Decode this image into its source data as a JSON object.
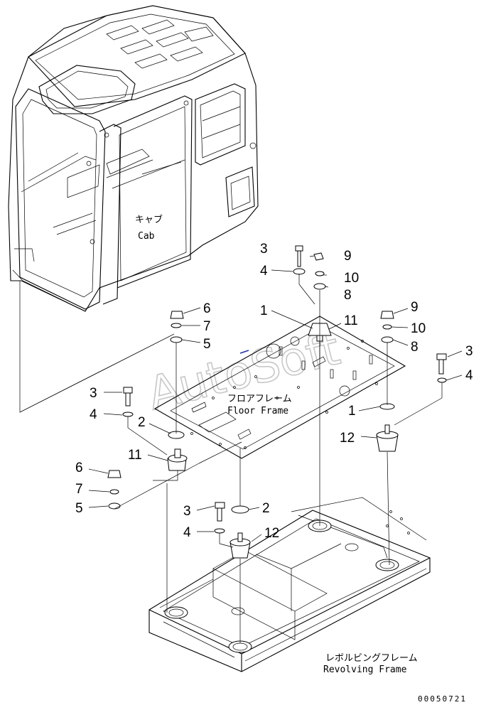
{
  "watermark": "AutoSoft",
  "drawing_code": "00050721",
  "assemblies": {
    "cab": {
      "jp": "キャブ",
      "en": "Cab"
    },
    "floor_frame": {
      "jp": "フロアフレーム",
      "en": "Floor Frame"
    },
    "revolving_frame": {
      "jp": "レボルビングフレーム",
      "en": "Revolving Frame"
    }
  },
  "callouts": {
    "c3a": "3",
    "c4a": "4",
    "c9a": "9",
    "c10a": "10",
    "c8a": "8",
    "c1a": "1",
    "c11a": "11",
    "c6a": "6",
    "c7a": "7",
    "c5a": "5",
    "c9b": "9",
    "c10b": "10",
    "c8b": "8",
    "c3b": "3",
    "c4b": "4",
    "c3c": "3",
    "c4c": "4",
    "c2a": "2",
    "c11b": "11",
    "c1b": "1",
    "c12a": "12",
    "c6b": "6",
    "c7b": "7",
    "c5b": "5",
    "c3d": "3",
    "c2b": "2",
    "c4d": "4",
    "c12b": "12"
  }
}
